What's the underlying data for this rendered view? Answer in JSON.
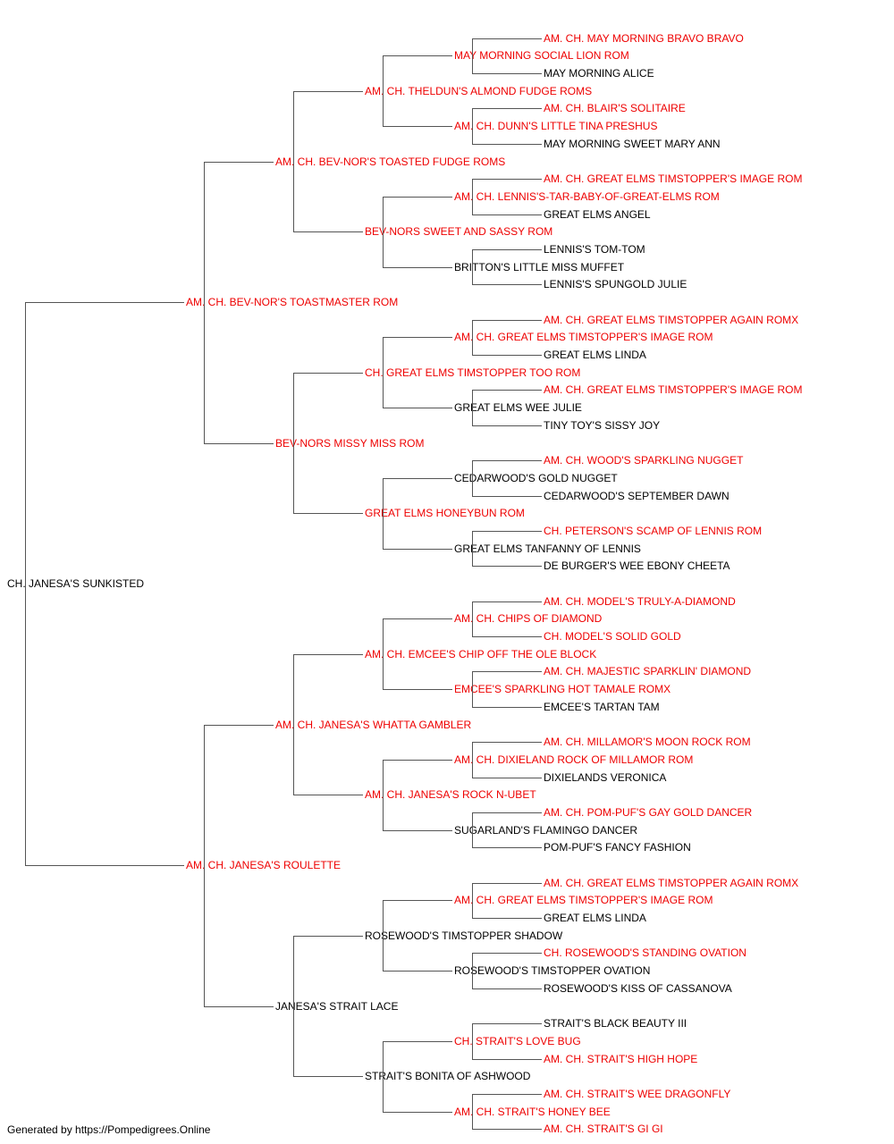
{
  "colors": {
    "champion": "#ee0000",
    "normal": "#000000",
    "line": "#555555"
  },
  "root": {
    "name": "CH. JANESA'S SUNKISTED",
    "ch": false,
    "sire": {
      "name": "AM. CH. BEV-NOR'S TOASTMASTER ROM",
      "ch": true,
      "sire": {
        "name": "AM. CH. BEV-NOR'S TOASTED FUDGE ROMS",
        "ch": true,
        "sire": {
          "name": "AM. CH. THELDUN'S ALMOND FUDGE ROMS",
          "ch": true,
          "sire": {
            "name": "MAY MORNING SOCIAL LION ROM",
            "ch": true,
            "sire": {
              "name": "AM. CH. MAY MORNING BRAVO BRAVO",
              "ch": true
            },
            "dam": {
              "name": "MAY MORNING ALICE",
              "ch": false
            }
          },
          "dam": {
            "name": "AM. CH. DUNN'S LITTLE TINA PRESHUS",
            "ch": true,
            "sire": {
              "name": "AM. CH. BLAIR'S SOLITAIRE",
              "ch": true
            },
            "dam": {
              "name": "MAY MORNING SWEET MARY ANN",
              "ch": false
            }
          }
        },
        "dam": {
          "name": "BEV-NORS SWEET AND SASSY ROM",
          "ch": true,
          "sire": {
            "name": "AM. CH. LENNIS'S-TAR-BABY-OF-GREAT-ELMS ROM",
            "ch": true,
            "sire": {
              "name": "AM. CH. GREAT ELMS TIMSTOPPER'S IMAGE ROM",
              "ch": true
            },
            "dam": {
              "name": "GREAT ELMS ANGEL",
              "ch": false
            }
          },
          "dam": {
            "name": "BRITTON'S LITTLE MISS MUFFET",
            "ch": false,
            "sire": {
              "name": "LENNIS'S TOM-TOM",
              "ch": false
            },
            "dam": {
              "name": "LENNIS'S SPUNGOLD JULIE",
              "ch": false
            }
          }
        }
      },
      "dam": {
        "name": "BEV-NORS MISSY MISS ROM",
        "ch": true,
        "sire": {
          "name": "CH. GREAT ELMS TIMSTOPPER TOO ROM",
          "ch": true,
          "sire": {
            "name": "AM. CH. GREAT ELMS TIMSTOPPER'S IMAGE ROM",
            "ch": true,
            "sire": {
              "name": "AM. CH. GREAT ELMS TIMSTOPPER AGAIN ROMX",
              "ch": true
            },
            "dam": {
              "name": "GREAT ELMS LINDA",
              "ch": false
            }
          },
          "dam": {
            "name": "GREAT ELMS WEE JULIE",
            "ch": false,
            "sire": {
              "name": "AM. CH. GREAT ELMS TIMSTOPPER'S IMAGE ROM",
              "ch": true
            },
            "dam": {
              "name": "TINY TOY'S SISSY JOY",
              "ch": false
            }
          }
        },
        "dam": {
          "name": "GREAT ELMS HONEYBUN ROM",
          "ch": true,
          "sire": {
            "name": "CEDARWOOD'S GOLD NUGGET",
            "ch": false,
            "sire": {
              "name": "AM. CH. WOOD'S SPARKLING NUGGET",
              "ch": true
            },
            "dam": {
              "name": "CEDARWOOD'S SEPTEMBER DAWN",
              "ch": false
            }
          },
          "dam": {
            "name": "GREAT ELMS TANFANNY OF LENNIS",
            "ch": false,
            "sire": {
              "name": "CH. PETERSON'S SCAMP OF LENNIS ROM",
              "ch": true
            },
            "dam": {
              "name": "DE BURGER'S WEE EBONY CHEETA",
              "ch": false
            }
          }
        }
      }
    },
    "dam": {
      "name": "AM. CH. JANESA'S ROULETTE",
      "ch": true,
      "sire": {
        "name": "AM. CH. JANESA'S WHATTA GAMBLER",
        "ch": true,
        "sire": {
          "name": "AM. CH. EMCEE'S CHIP OFF THE OLE BLOCK",
          "ch": true,
          "sire": {
            "name": "AM. CH. CHIPS OF DIAMOND",
            "ch": true,
            "sire": {
              "name": "AM. CH. MODEL'S TRULY-A-DIAMOND",
              "ch": true
            },
            "dam": {
              "name": "CH. MODEL'S SOLID GOLD",
              "ch": true
            }
          },
          "dam": {
            "name": "EMCEE'S SPARKLING HOT TAMALE ROMX",
            "ch": true,
            "sire": {
              "name": "AM. CH. MAJESTIC SPARKLIN' DIAMOND",
              "ch": true
            },
            "dam": {
              "name": "EMCEE'S TARTAN TAM",
              "ch": false
            }
          }
        },
        "dam": {
          "name": "AM. CH. JANESA'S ROCK N-UBET",
          "ch": true,
          "sire": {
            "name": "AM. CH. DIXIELAND ROCK OF MILLAMOR ROM",
            "ch": true,
            "sire": {
              "name": "AM. CH. MILLAMOR'S MOON ROCK ROM",
              "ch": true
            },
            "dam": {
              "name": "DIXIELANDS VERONICA",
              "ch": false
            }
          },
          "dam": {
            "name": "SUGARLAND'S FLAMINGO DANCER",
            "ch": false,
            "sire": {
              "name": "AM. CH. POM-PUF'S GAY GOLD DANCER",
              "ch": true
            },
            "dam": {
              "name": "POM-PUF'S FANCY FASHION",
              "ch": false
            }
          }
        }
      },
      "dam": {
        "name": "JANESA'S STRAIT LACE",
        "ch": false,
        "sire": {
          "name": "ROSEWOOD'S TIMSTOPPER SHADOW",
          "ch": false,
          "sire": {
            "name": "AM. CH. GREAT ELMS TIMSTOPPER'S IMAGE ROM",
            "ch": true,
            "sire": {
              "name": "AM. CH. GREAT ELMS TIMSTOPPER AGAIN ROMX",
              "ch": true
            },
            "dam": {
              "name": "GREAT ELMS LINDA",
              "ch": false
            }
          },
          "dam": {
            "name": "ROSEWOOD'S TIMSTOPPER OVATION",
            "ch": false,
            "sire": {
              "name": "CH. ROSEWOOD'S STANDING OVATION",
              "ch": true
            },
            "dam": {
              "name": "ROSEWOOD'S KISS OF CASSANOVA",
              "ch": false
            }
          }
        },
        "dam": {
          "name": "STRAIT'S BONITA OF ASHWOOD",
          "ch": false,
          "sire": {
            "name": "CH. STRAIT'S LOVE BUG",
            "ch": true,
            "sire": {
              "name": "STRAIT'S BLACK BEAUTY III",
              "ch": false
            },
            "dam": {
              "name": "AM. CH. STRAIT'S HIGH HOPE",
              "ch": true
            }
          },
          "dam": {
            "name": "AM. CH. STRAIT'S HONEY BEE",
            "ch": true,
            "sire": {
              "name": "AM. CH. STRAIT'S WEE DRAGONFLY",
              "ch": true
            },
            "dam": {
              "name": "AM. CH. STRAIT'S GI GI",
              "ch": true
            }
          }
        }
      }
    }
  },
  "footer": "Generated by https://Pompedigrees.Online"
}
